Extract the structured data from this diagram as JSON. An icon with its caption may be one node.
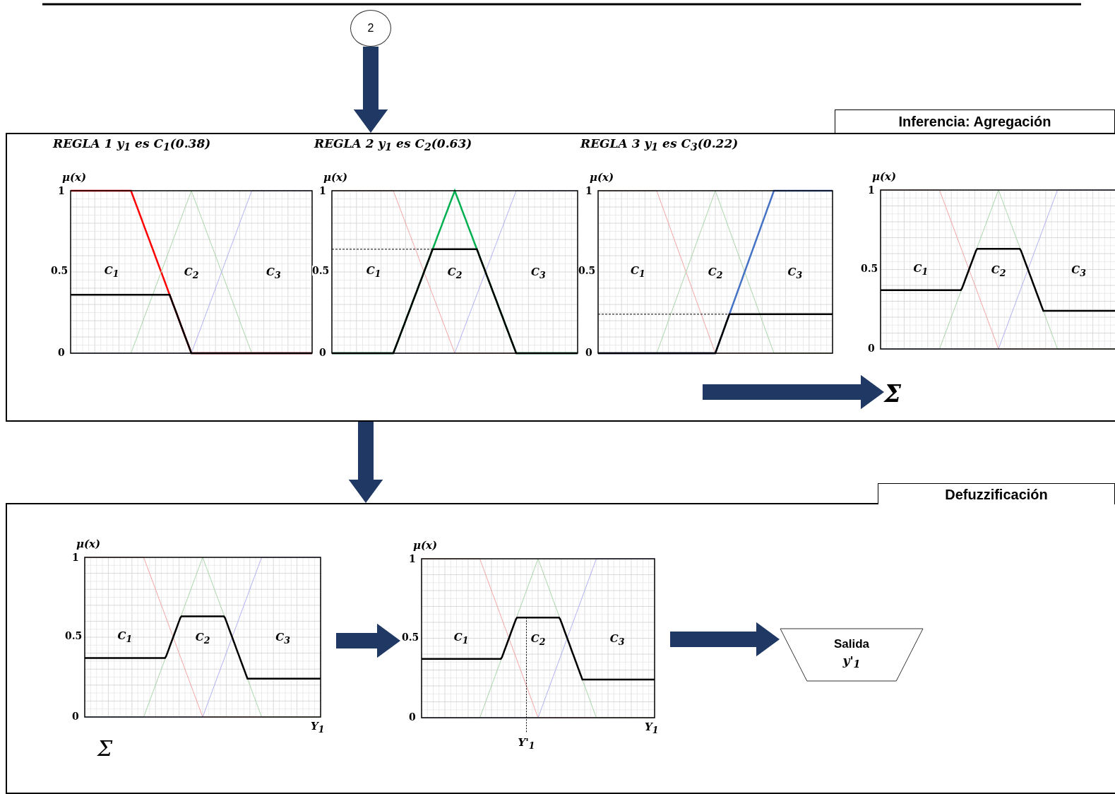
{
  "diagram": {
    "nodes": [
      {
        "text": [
          "2"
        ]
      },
      {
        "text": [
          "Inferencia: Agregación"
        ]
      },
      {
        "text": [
          "REGLA 1  y$_{1}$ es C$_{1}$(0.38)",
          "μ(x)",
          "1",
          "0.5",
          "0",
          "C$_{1}$",
          "C$_{2}$",
          "C$_{3}$"
        ],
        "in": 1
      },
      {
        "text": [
          "REGLA 2  y$_{1}$ es C$_{2}$(0.63)",
          "μ(x)",
          "1",
          "0.5",
          "0",
          "C$_{1}$",
          "C$_{2}$",
          "C$_{3}$"
        ],
        "in": 1
      },
      {
        "text": [
          "REGLA 3  y$_{1}$ es C$_{3}$(0.22)",
          "μ(x)",
          "1",
          "0.5",
          "0",
          "C$_{1}$",
          "C$_{2}$",
          "C$_{3}$"
        ],
        "in": 1
      },
      {
        "text": [
          "μ(x)",
          "1",
          "0.5",
          "0",
          "C$_{1}$",
          "C$_{2}$",
          "C$_{3}$"
        ],
        "in": 1
      },
      {
        "text": [
          "Σ"
        ],
        "in": 1
      },
      {
        "text": [
          "Defuzzificación"
        ]
      },
      {
        "text": [
          "μ(x)",
          "1",
          "0.5",
          "0",
          "C$_{1}$",
          "C$_{2}$",
          "C$_{3}$",
          "Y$_{1}$"
        ],
        "beside": [
          "Σ"
        ],
        "in": 7
      },
      {
        "text": [
          "μ(x)",
          "1",
          "0.5",
          "0",
          "C$_{1}$",
          "C$_{2}$",
          "C$_{3}$",
          "Y$_{1}$",
          "Y'$_{1}$"
        ],
        "in": 7
      },
      {
        "text": [
          "Salida",
          "y'$_{1}$"
        ],
        "in": 7
      }
    ],
    "edges": [
      {
        "from": 0,
        "to": 1,
        "arrow": "to"
      },
      {
        "from": 1,
        "to": 7,
        "arrow": "to"
      },
      {
        "from": null,
        "to": 6,
        "arrow": "to"
      },
      {
        "from": 8,
        "to": 9,
        "arrow": "to"
      },
      {
        "from": 9,
        "to": 10,
        "arrow": "to"
      }
    ]
  }
}
